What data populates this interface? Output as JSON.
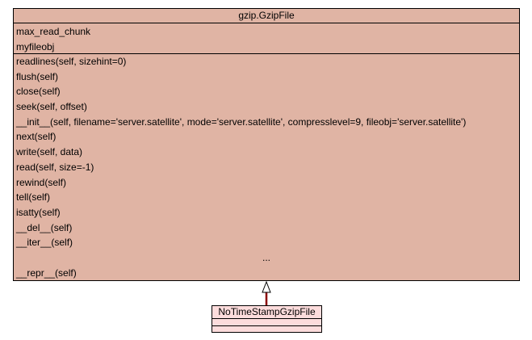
{
  "diagram": {
    "base_class": {
      "name": "gzip.GzipFile",
      "attributes": [
        "max_read_chunk",
        "myfileobj"
      ],
      "methods": [
        "readlines(self, sizehint=0)",
        "flush(self)",
        "close(self)",
        "seek(self, offset)",
        "__init__(self, filename='server.satellite', mode='server.satellite', compresslevel=9, fileobj='server.satellite')",
        "next(self)",
        "write(self, data)",
        "read(self, size=-1)",
        "rewind(self)",
        "tell(self)",
        "isatty(self)",
        "__del__(self)",
        "__iter__(self)"
      ],
      "ellipsis": "...",
      "last_method": "__repr__(self)"
    },
    "sub_class": {
      "name": "NoTimeStampGzipFile"
    },
    "colors": {
      "class_fill": "#e0b4a4",
      "sub_class_fill": "#fcdcdc",
      "border": "#000000",
      "arrow_line": "#8b0000",
      "arrow_head_fill": "#ffffff"
    }
  }
}
